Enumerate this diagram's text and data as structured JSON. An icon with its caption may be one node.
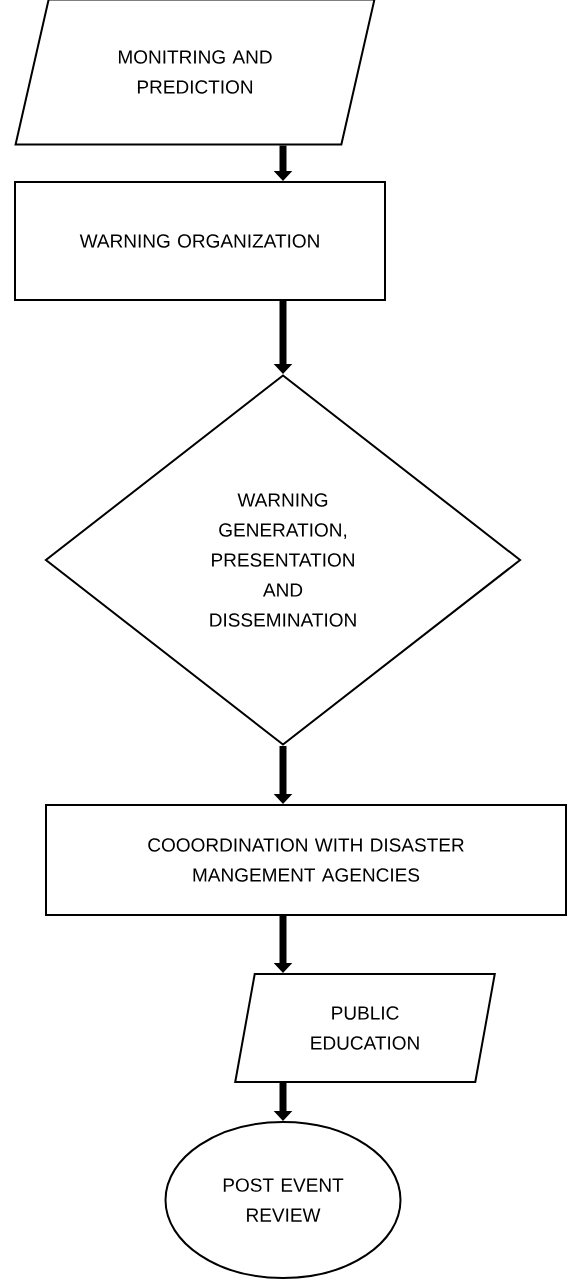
{
  "diagram": {
    "nodes": [
      {
        "text": [
          "MONITRING AND PREDICTION"
        ]
      },
      {
        "text": [
          "WARNING ORGANIZATION"
        ]
      },
      {
        "text": [
          "WARNING GENERATION, PRESENTATION AND DISSEMINATION"
        ]
      },
      {
        "text": [
          "COOORDINATION WITH DISASTER MANGEMENT AGENCIES"
        ]
      },
      {
        "text": [
          "PUBLIC EDUCATION"
        ]
      },
      {
        "text": [
          "POST EVENT REVIEW"
        ]
      }
    ],
    "edges": [
      {
        "from": 0,
        "to": 1,
        "arrow": "to"
      },
      {
        "from": 1,
        "to": 2,
        "arrow": "to"
      },
      {
        "from": 2,
        "to": 3,
        "arrow": "to"
      },
      {
        "from": 3,
        "to": 4,
        "arrow": "to"
      },
      {
        "from": 4,
        "to": 5,
        "arrow": "to"
      }
    ]
  }
}
